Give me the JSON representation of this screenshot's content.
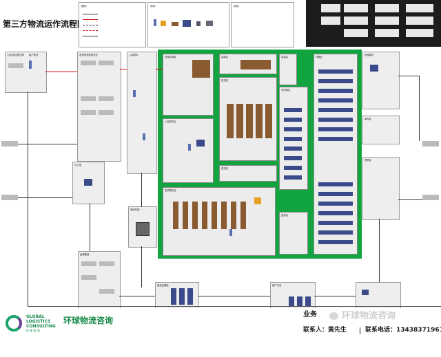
{
  "title": "第三方物流运作流程图",
  "legend": {
    "heading": "图例：",
    "note1": "说明：",
    "note2": "说明："
  },
  "sections": {
    "supplier_warehouse": "门店/供应商仓库",
    "customer_receive": "客户收货",
    "receiving_area": "收货检查验收作业",
    "inbound": "入库暂存",
    "storage": "货架存储区",
    "shelving": "上架暂存区",
    "high_shelf": "高架区",
    "picking": "拣货区",
    "packing": "包装区",
    "returns": "退货区",
    "flow_rack": "流利架区",
    "cold": "冷藏区",
    "dispatch": "发货暂存区",
    "loading": "装车区",
    "inspection": "复核区",
    "outbound": "出库暂存",
    "transport": "运输配送",
    "office": "办公室",
    "scanning": "条码扫描",
    "waste": "废品处理区",
    "tally": "理货区",
    "customer_store": "客户门店"
  },
  "footer": {
    "company_en_1": "GLOBAL",
    "company_en_2": "LOGISTICS",
    "company_en_3": "CONSULTING",
    "company_en_4": "环 球 物 流",
    "company_cn": "环球物流咨询",
    "business_prefix": "业务",
    "watermark": "环球物流咨询",
    "contact": "联系人：黄先生",
    "phone": "联系电话：13438371961"
  },
  "colors": {
    "green": "#12a53f",
    "red": "#e02020",
    "grey": "#eeeeee"
  }
}
